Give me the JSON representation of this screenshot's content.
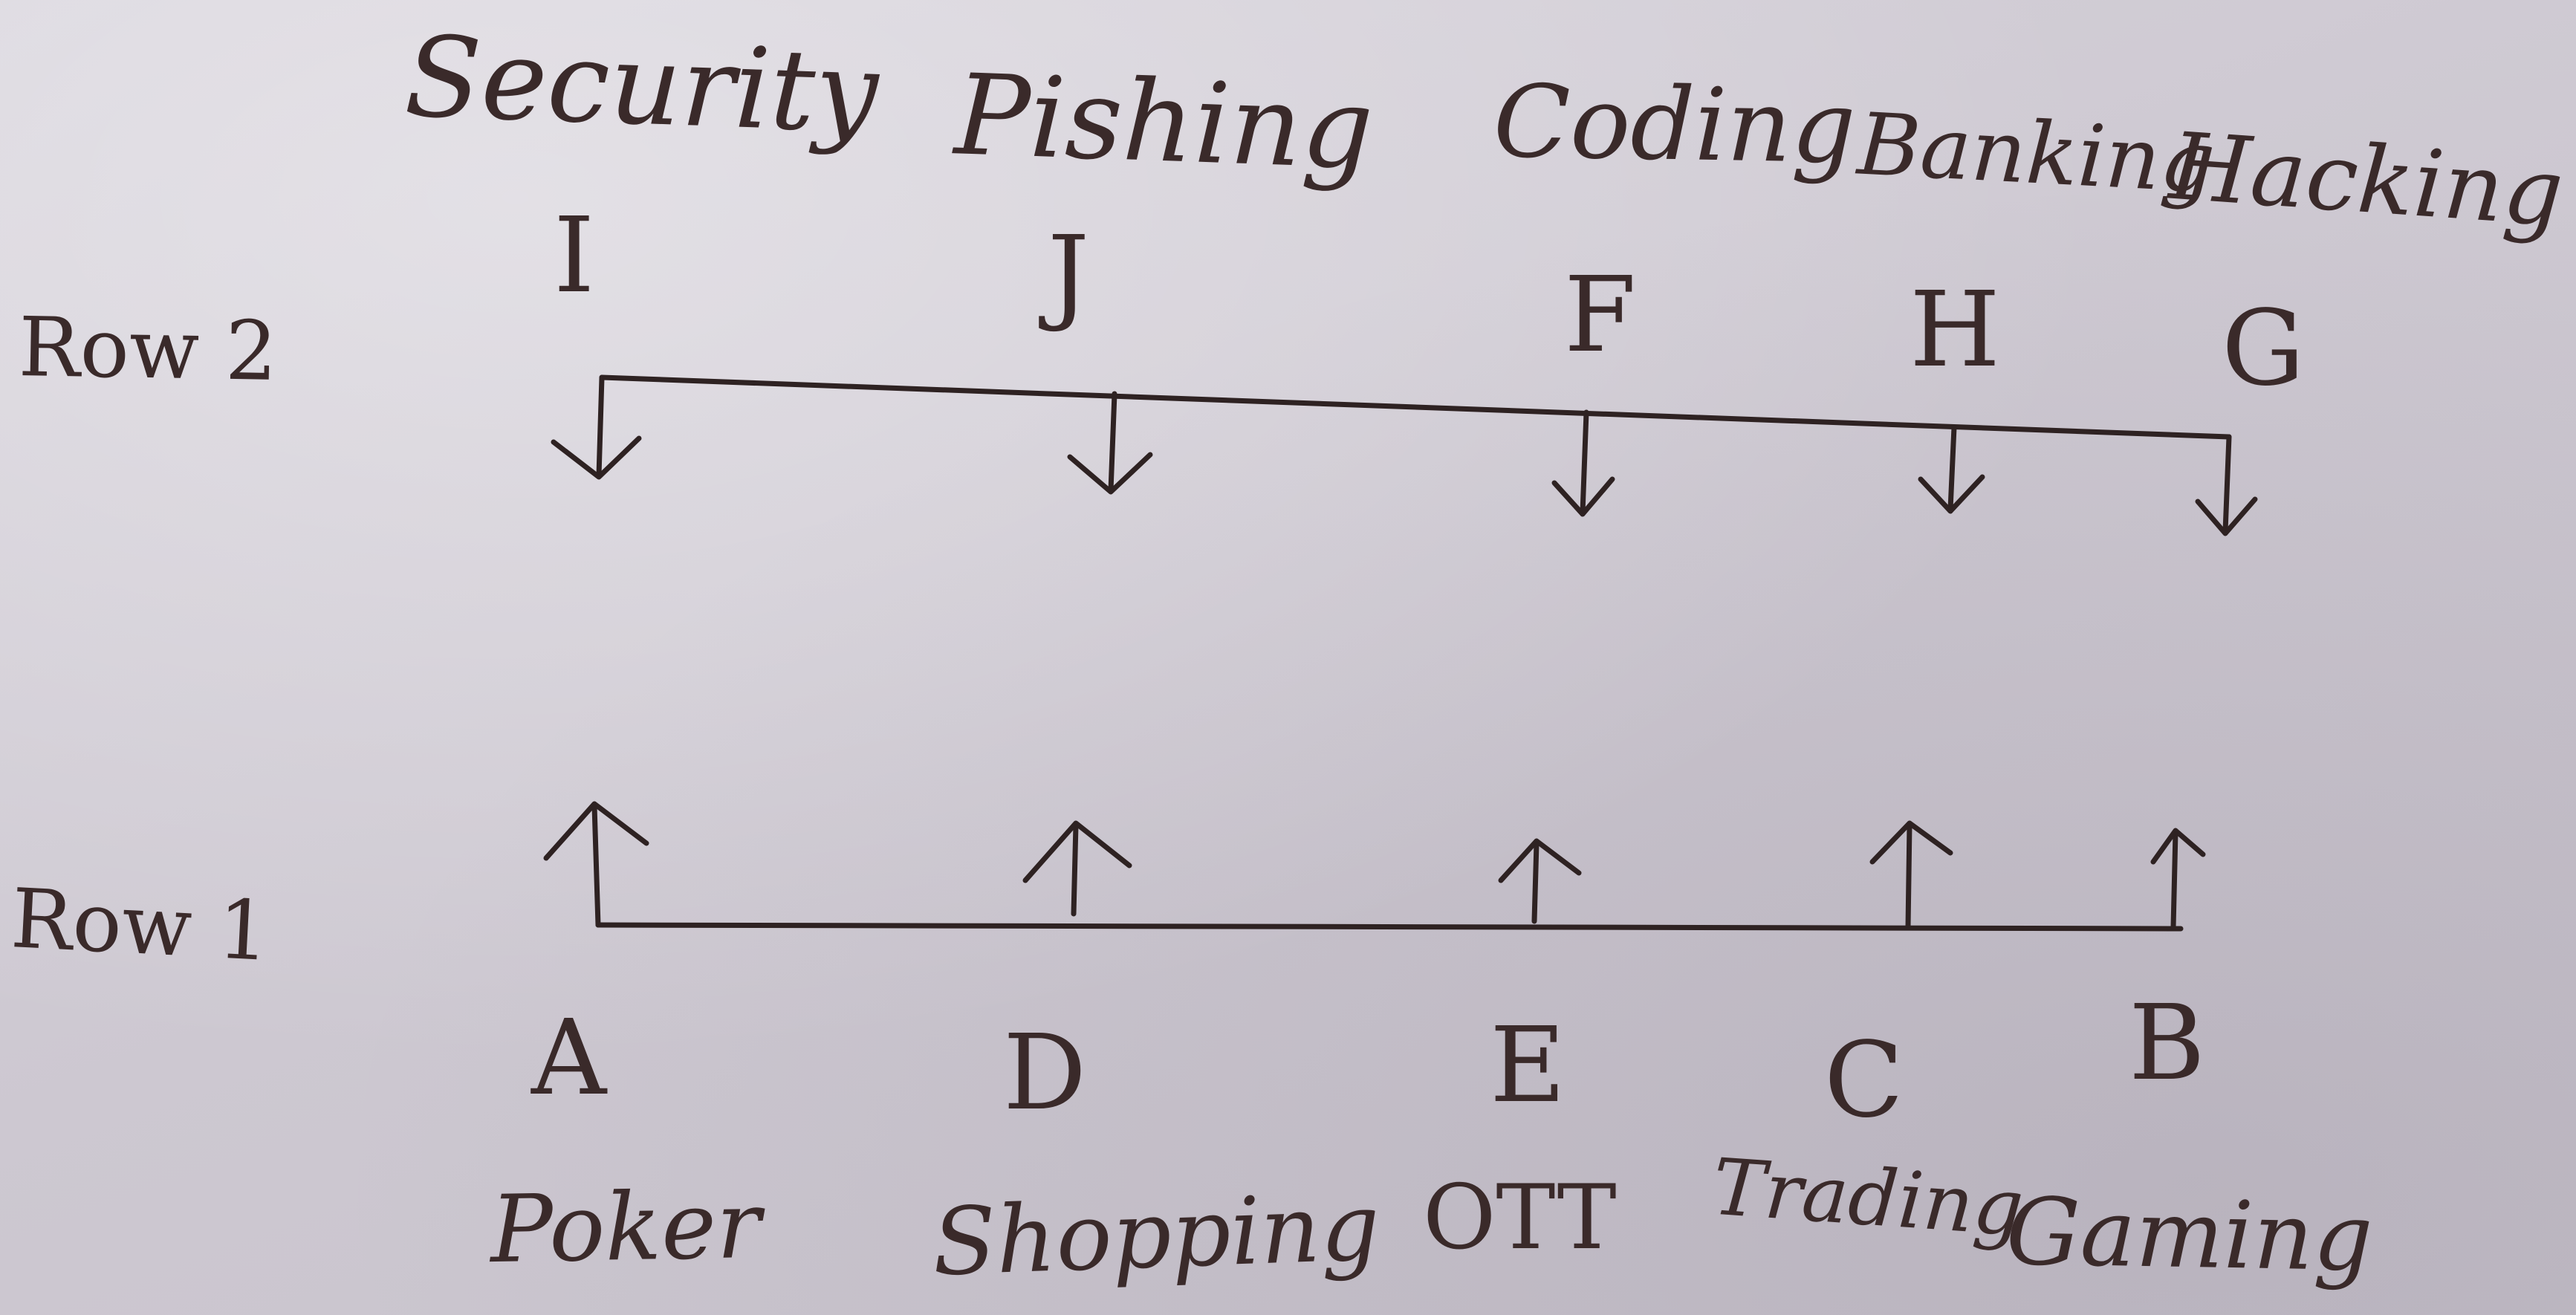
{
  "row2": {
    "label": "Row 2",
    "nodes": [
      {
        "letter": "I",
        "topic": "Security"
      },
      {
        "letter": "J",
        "topic": "Pishing"
      },
      {
        "letter": "F",
        "topic": "Coding"
      },
      {
        "letter": "H",
        "topic": "Banking"
      },
      {
        "letter": "G",
        "topic": "Hacking"
      }
    ]
  },
  "row1": {
    "label": "Row 1",
    "nodes": [
      {
        "letter": "A",
        "topic": "Poker"
      },
      {
        "letter": "D",
        "topic": "Shopping"
      },
      {
        "letter": "E",
        "topic": "OTT"
      },
      {
        "letter": "C",
        "topic": "Trading"
      },
      {
        "letter": "B",
        "topic": "Gaming"
      }
    ]
  },
  "colors": {
    "ink": "#3a2a2a",
    "paper": "#d2cdd6"
  }
}
